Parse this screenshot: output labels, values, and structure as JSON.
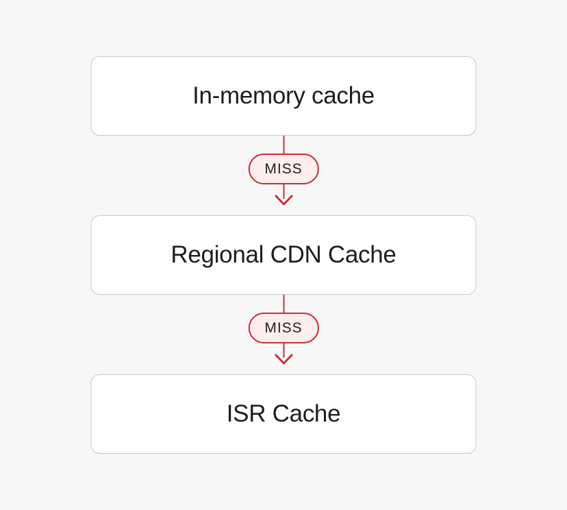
{
  "diagram": {
    "type": "flow",
    "direction": "top-to-bottom",
    "nodes": [
      {
        "id": "in-memory-cache",
        "label": "In-memory cache"
      },
      {
        "id": "regional-cdn-cache",
        "label": "Regional CDN Cache"
      },
      {
        "id": "isr-cache",
        "label": "ISR Cache"
      }
    ],
    "edges": [
      {
        "from": "in-memory-cache",
        "to": "regional-cdn-cache",
        "label": "MISS"
      },
      {
        "from": "regional-cdn-cache",
        "to": "isr-cache",
        "label": "MISS"
      }
    ],
    "colors": {
      "background": "#f7f7f8",
      "node_background": "#ffffff",
      "node_border": "#c8c8c8",
      "node_text": "#1b1d1f",
      "edge_red": "#c53038",
      "badge_background": "#fdeeed",
      "badge_text": "#1f1f1f"
    }
  }
}
